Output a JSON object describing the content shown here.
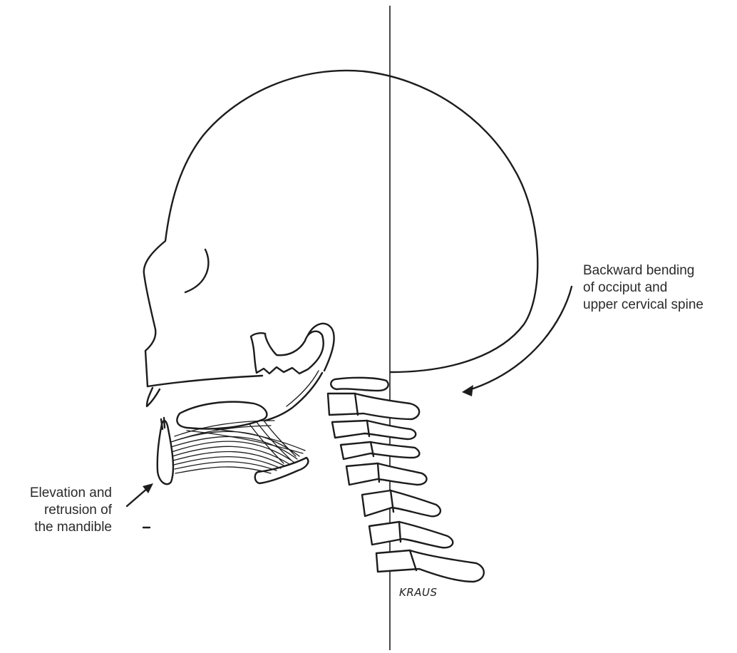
{
  "labels": {
    "right": [
      "Backward bending",
      "of occiput and",
      "upper cervical spine"
    ],
    "left": [
      "Elevation and",
      "retrusion of",
      "the mandible"
    ]
  },
  "signature": "KRAUS"
}
